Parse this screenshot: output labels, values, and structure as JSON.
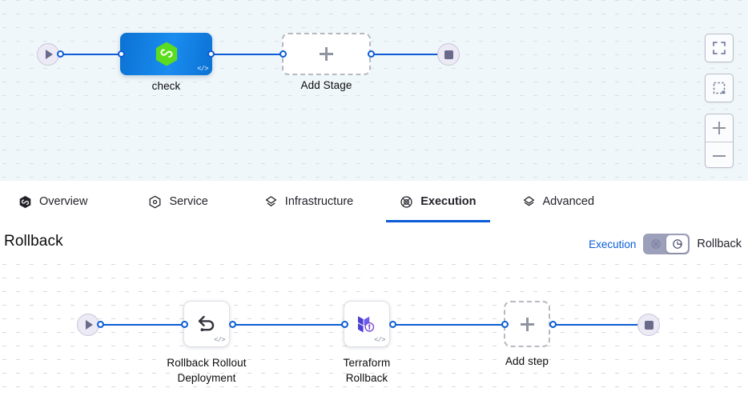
{
  "top_pipeline": {
    "start_node": {
      "icon": "play-icon"
    },
    "stage": {
      "label": "check",
      "icon": "harness-hexagon-icon",
      "code_badge": "</>",
      "color": "#1a8cf0"
    },
    "add_stage": {
      "label": "Add Stage",
      "icon": "plus-icon"
    },
    "end_node": {
      "icon": "stop-icon"
    }
  },
  "canvas_controls": [
    {
      "name": "fullscreen",
      "icon": "fullscreen-icon"
    },
    {
      "name": "select-area",
      "icon": "dashed-square-icon"
    },
    {
      "name": "zoom-in",
      "icon": "plus-icon"
    },
    {
      "name": "zoom-out",
      "icon": "minus-icon"
    }
  ],
  "tabs": [
    {
      "label": "Overview",
      "icon": "harness-hexagon-icon",
      "active": false
    },
    {
      "label": "Service",
      "icon": "service-hexagon-icon",
      "active": false
    },
    {
      "label": "Infrastructure",
      "icon": "layers-icon",
      "active": false
    },
    {
      "label": "Execution",
      "icon": "execution-icon",
      "active": true
    },
    {
      "label": "Advanced",
      "icon": "advanced-layers-icon",
      "active": false
    }
  ],
  "rollback_section": {
    "title": "Rollback",
    "toggle": {
      "left_label": "Execution",
      "right_label": "Rollback",
      "left_icon": "execution-icon",
      "right_icon": "rollback-clock-icon",
      "selected": "Rollback"
    },
    "steps": [
      {
        "label_line1": "Rollback Rollout",
        "label_line2": "Deployment",
        "icon": "rollback-arrow-icon",
        "code_badge": "</>"
      },
      {
        "label_line1": "Terraform",
        "label_line2": "Rollback",
        "icon": "terraform-rollback-icon",
        "code_badge": "</>"
      },
      {
        "label_line1": "Add step",
        "label_line2": "",
        "icon": "plus-icon"
      }
    ],
    "start_node": {
      "icon": "play-icon"
    },
    "end_node": {
      "icon": "stop-icon"
    }
  },
  "colors": {
    "accent_blue": "#0b5cd6",
    "link_blue": "#0b5cd6",
    "stage_blue": "#1a8cf0",
    "harness_green": "#5cdc1e",
    "terraform_purple": "#5c4ee5",
    "top_canvas_bg": "#eff7fa"
  }
}
